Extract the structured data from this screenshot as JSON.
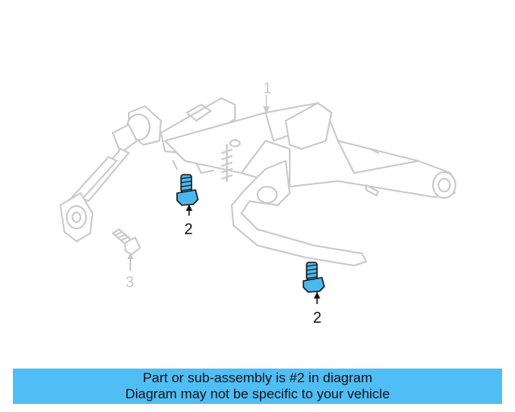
{
  "diagram": {
    "callouts": [
      {
        "id": "1",
        "label": "1",
        "highlighted": false
      },
      {
        "id": "2a",
        "label": "2",
        "highlighted": true
      },
      {
        "id": "2b",
        "label": "2",
        "highlighted": true
      },
      {
        "id": "3",
        "label": "3",
        "highlighted": false
      }
    ],
    "highlight_color": "#4ab8f0",
    "faint_color": "#c9c9c9"
  },
  "banner": {
    "line1": "Part or sub-assembly is #2 in diagram",
    "line2": "Diagram may not be specific to your vehicle",
    "background_color": "#4fbef5"
  }
}
